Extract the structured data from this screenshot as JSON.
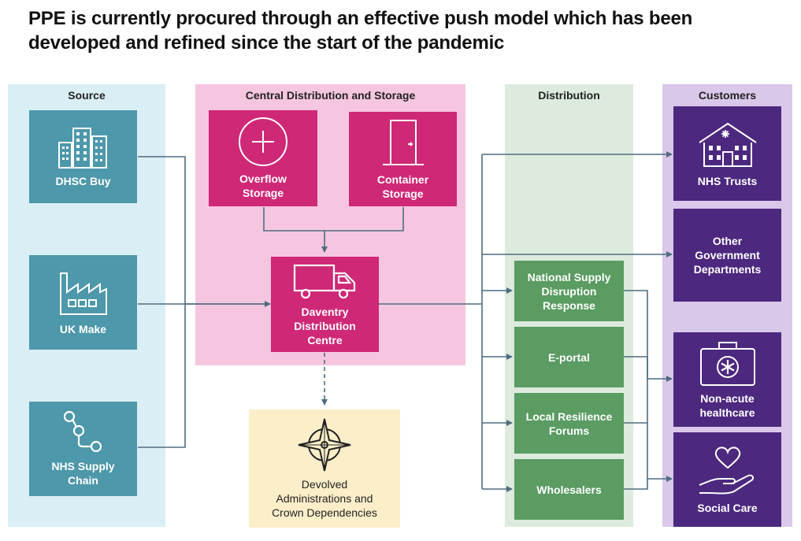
{
  "title": "PPE is currently procured through an effective push model which has been developed and refined since the start of the pandemic",
  "columns": {
    "source": "Source",
    "central": "Central Distribution and Storage",
    "distribution": "Distribution",
    "customers": "Customers"
  },
  "source_nodes": {
    "dhsc": {
      "label": "DHSC Buy",
      "icon": "buildings-icon"
    },
    "uk_make": {
      "label": "UK Make",
      "icon": "factory-icon"
    },
    "nhs_chain": {
      "label": "NHS Supply\nChain",
      "icon": "supply-chain-icon"
    }
  },
  "central_nodes": {
    "overflow": {
      "label": "Overflow\nStorage",
      "icon": "plus-circle-icon"
    },
    "container": {
      "label": "Container\nStorage",
      "icon": "door-icon"
    },
    "daventry": {
      "label": "Daventry\nDistribution\nCentre",
      "icon": "truck-icon"
    }
  },
  "devolved": {
    "label": "Devolved\nAdministrations and\nCrown Dependencies",
    "icon": "compass-icon"
  },
  "distribution_nodes": {
    "nsdr": "National Supply\nDisruption\nResponse",
    "eportal": "E-portal",
    "lrf": "Local Resilience\nForums",
    "wholesalers": "Wholesalers"
  },
  "customer_nodes": {
    "nhs_trusts": {
      "label": "NHS Trusts",
      "icon": "hospital-icon"
    },
    "ogd": {
      "label": "Other\nGovernment\nDepartments"
    },
    "non_acute": {
      "label": "Non-acute\nhealthcare",
      "icon": "medical-kit-icon"
    },
    "social_care": {
      "label": "Social Care",
      "icon": "heart-hand-icon"
    }
  },
  "colors": {
    "source": "#4d98aa",
    "central": "#cf2877",
    "distribution": "#5a9c62",
    "customers": "#4c287f",
    "connector": "#4f6d80"
  }
}
